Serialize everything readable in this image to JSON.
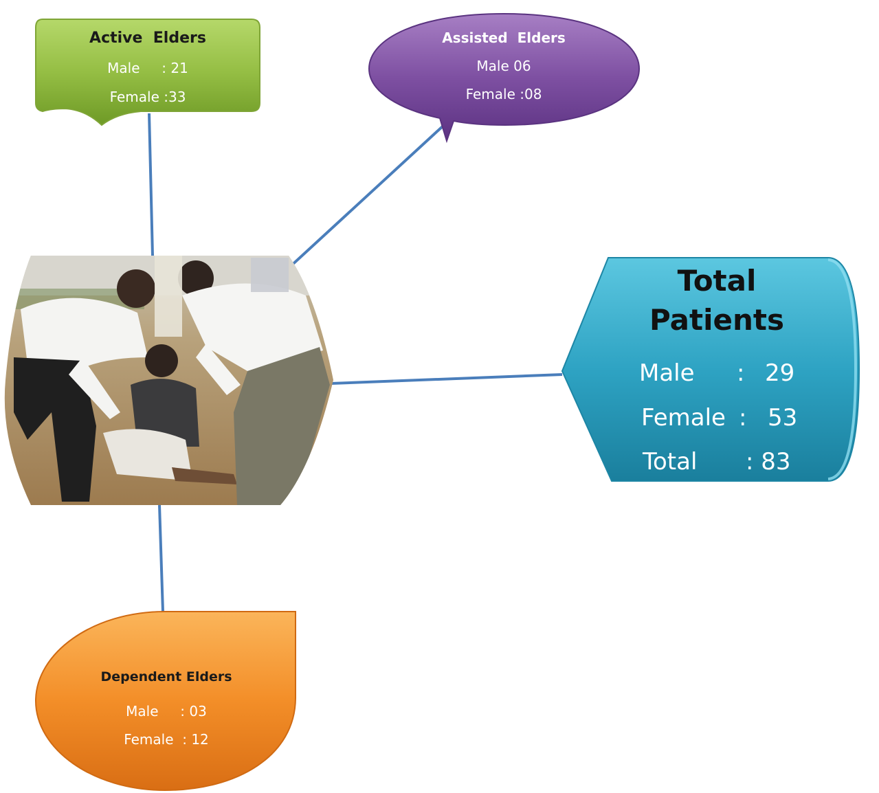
{
  "nodes": {
    "active_elders": {
      "title": "Active  Elders",
      "male": "Male     : 21",
      "female": "Female :33",
      "color": "#8DB43A"
    },
    "assisted_elders": {
      "title": "Assisted  Elders",
      "male": "Male 06",
      "female": "Female :08",
      "color": "#7A4A9C"
    },
    "total_patients": {
      "title_line1": "Total",
      "title_line2": "Patients",
      "male_label": "Male",
      "male_sep": ":",
      "male_value": "29",
      "female_label": "Female",
      "female_sep": ":",
      "female_value": "53",
      "total_label": "Total",
      "total_value": ": 83",
      "color": "#2FA3C2"
    },
    "dependent_elders": {
      "title": "Dependent Elders",
      "male": "Male     : 03",
      "female": "Female  : 12",
      "color": "#F08A24"
    }
  },
  "connector_color": "#4A7EBB"
}
